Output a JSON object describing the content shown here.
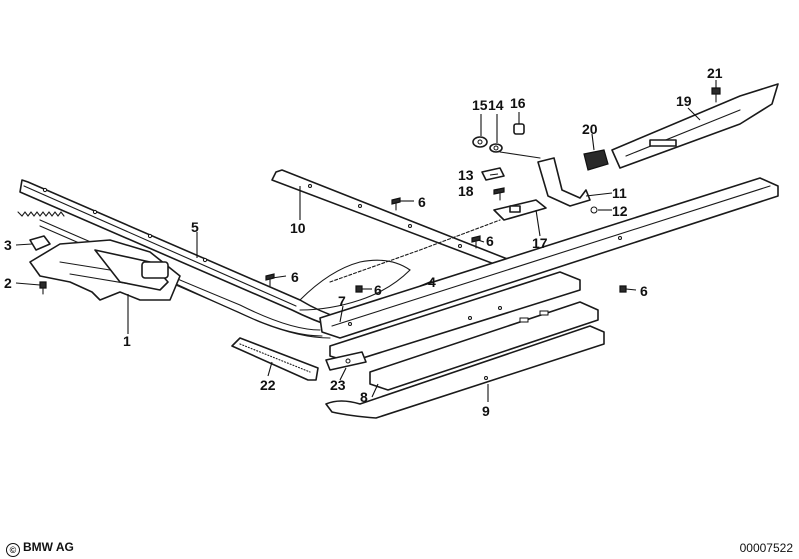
{
  "footer": {
    "copyright_symbol": "©",
    "brand": "BMW AG",
    "document_number": "00007522"
  },
  "callouts": [
    {
      "id": "1",
      "label": "1"
    },
    {
      "id": "2",
      "label": "2"
    },
    {
      "id": "3",
      "label": "3"
    },
    {
      "id": "4",
      "label": "4"
    },
    {
      "id": "5",
      "label": "5"
    },
    {
      "id": "6a",
      "label": "6"
    },
    {
      "id": "6b",
      "label": "6"
    },
    {
      "id": "6c",
      "label": "6"
    },
    {
      "id": "6d",
      "label": "6"
    },
    {
      "id": "6e",
      "label": "6"
    },
    {
      "id": "7",
      "label": "7"
    },
    {
      "id": "8",
      "label": "8"
    },
    {
      "id": "9",
      "label": "9"
    },
    {
      "id": "10",
      "label": "10"
    },
    {
      "id": "11",
      "label": "11"
    },
    {
      "id": "12",
      "label": "12"
    },
    {
      "id": "13",
      "label": "13"
    },
    {
      "id": "14",
      "label": "14"
    },
    {
      "id": "15",
      "label": "15"
    },
    {
      "id": "16",
      "label": "16"
    },
    {
      "id": "17",
      "label": "17"
    },
    {
      "id": "18",
      "label": "18"
    },
    {
      "id": "19",
      "label": "19"
    },
    {
      "id": "20",
      "label": "20"
    },
    {
      "id": "21",
      "label": "21"
    },
    {
      "id": "22",
      "label": "22"
    },
    {
      "id": "23",
      "label": "23"
    }
  ]
}
